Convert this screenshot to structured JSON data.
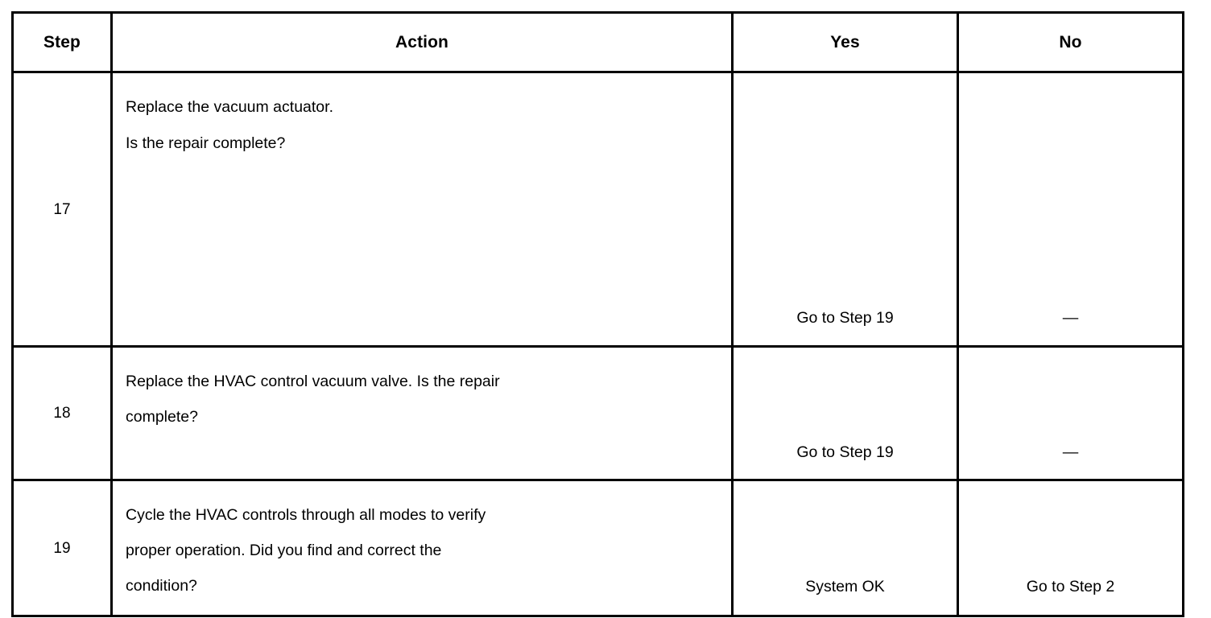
{
  "table": {
    "columns": [
      {
        "key": "step",
        "header": "Step"
      },
      {
        "key": "action",
        "header": "Action"
      },
      {
        "key": "yes",
        "header": "Yes"
      },
      {
        "key": "no",
        "header": "No"
      }
    ],
    "rows": [
      {
        "step": "17",
        "action_lines": [
          "Replace the vacuum actuator.",
          "Is the repair complete?"
        ],
        "yes": "Go to Step 19",
        "no": "—"
      },
      {
        "step": "18",
        "action_lines": [
          "Replace the HVAC control vacuum valve. Is the repair",
          "complete?"
        ],
        "yes": "Go to Step 19",
        "no": "—"
      },
      {
        "step": "19",
        "action_lines": [
          "Cycle the HVAC controls through all modes to verify",
          "proper operation. Did you find and correct the",
          "condition?"
        ],
        "yes": "System OK",
        "no": "Go to Step 2"
      }
    ]
  },
  "colors": {
    "border": "#000000",
    "text": "#000000",
    "background": "#ffffff"
  }
}
